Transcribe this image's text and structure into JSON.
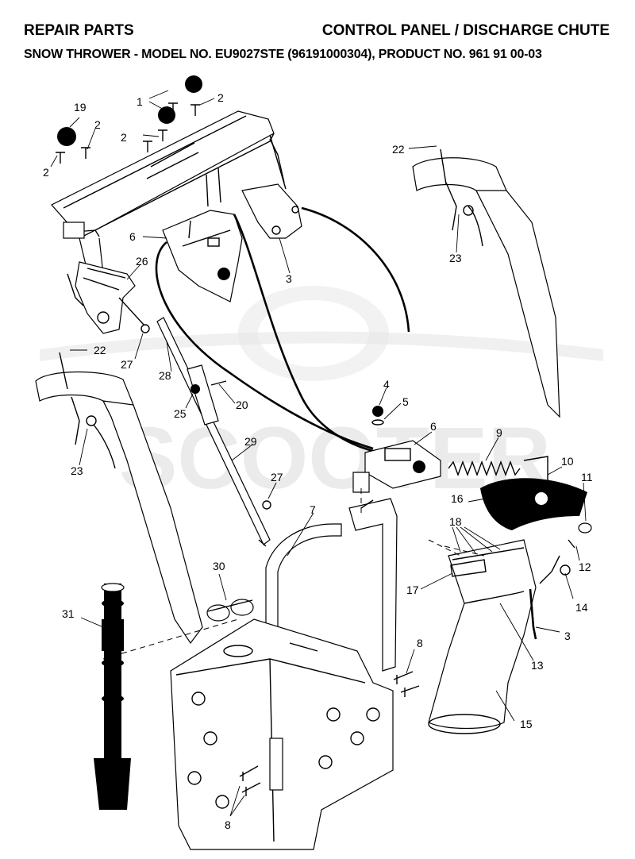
{
  "header": {
    "left_title": "REPAIR PARTS",
    "right_title": "CONTROL PANEL / DISCHARGE CHUTE",
    "subtitle_prefix": "SNOW THROWER - MODEL NO. ",
    "model_no": "EU9027STE",
    "subtitle_suffix": " (96191000304), PRODUCT NO. 961 91 00-03"
  },
  "watermark": {
    "text": "SCOOTER",
    "color": "#e6e6e6"
  },
  "callouts": [
    {
      "id": "c1",
      "label": "1"
    },
    {
      "id": "c2a",
      "label": "2"
    },
    {
      "id": "c2b",
      "label": "2"
    },
    {
      "id": "c2c",
      "label": "2"
    },
    {
      "id": "c2d",
      "label": "2"
    },
    {
      "id": "c19",
      "label": "19"
    },
    {
      "id": "c22a",
      "label": "22"
    },
    {
      "id": "c23a",
      "label": "23"
    },
    {
      "id": "c6a",
      "label": "6"
    },
    {
      "id": "c3a",
      "label": "3"
    },
    {
      "id": "c26",
      "label": "26"
    },
    {
      "id": "c22b",
      "label": "22"
    },
    {
      "id": "c27a",
      "label": "27"
    },
    {
      "id": "c28",
      "label": "28"
    },
    {
      "id": "c20",
      "label": "20"
    },
    {
      "id": "c25",
      "label": "25"
    },
    {
      "id": "c23b",
      "label": "23"
    },
    {
      "id": "c4",
      "label": "4"
    },
    {
      "id": "c5",
      "label": "5"
    },
    {
      "id": "c6b",
      "label": "6"
    },
    {
      "id": "c9",
      "label": "9"
    },
    {
      "id": "c10",
      "label": "10"
    },
    {
      "id": "c11",
      "label": "11"
    },
    {
      "id": "c16",
      "label": "16"
    },
    {
      "id": "c29",
      "label": "29"
    },
    {
      "id": "c27b",
      "label": "27"
    },
    {
      "id": "c7",
      "label": "7"
    },
    {
      "id": "c18",
      "label": "18"
    },
    {
      "id": "c12",
      "label": "12"
    },
    {
      "id": "c30",
      "label": "30"
    },
    {
      "id": "c17",
      "label": "17"
    },
    {
      "id": "c14",
      "label": "14"
    },
    {
      "id": "c31",
      "label": "31"
    },
    {
      "id": "c3b",
      "label": "3"
    },
    {
      "id": "c8a",
      "label": "8"
    },
    {
      "id": "c13",
      "label": "13"
    },
    {
      "id": "c15",
      "label": "15"
    },
    {
      "id": "c8b",
      "label": "8"
    }
  ]
}
